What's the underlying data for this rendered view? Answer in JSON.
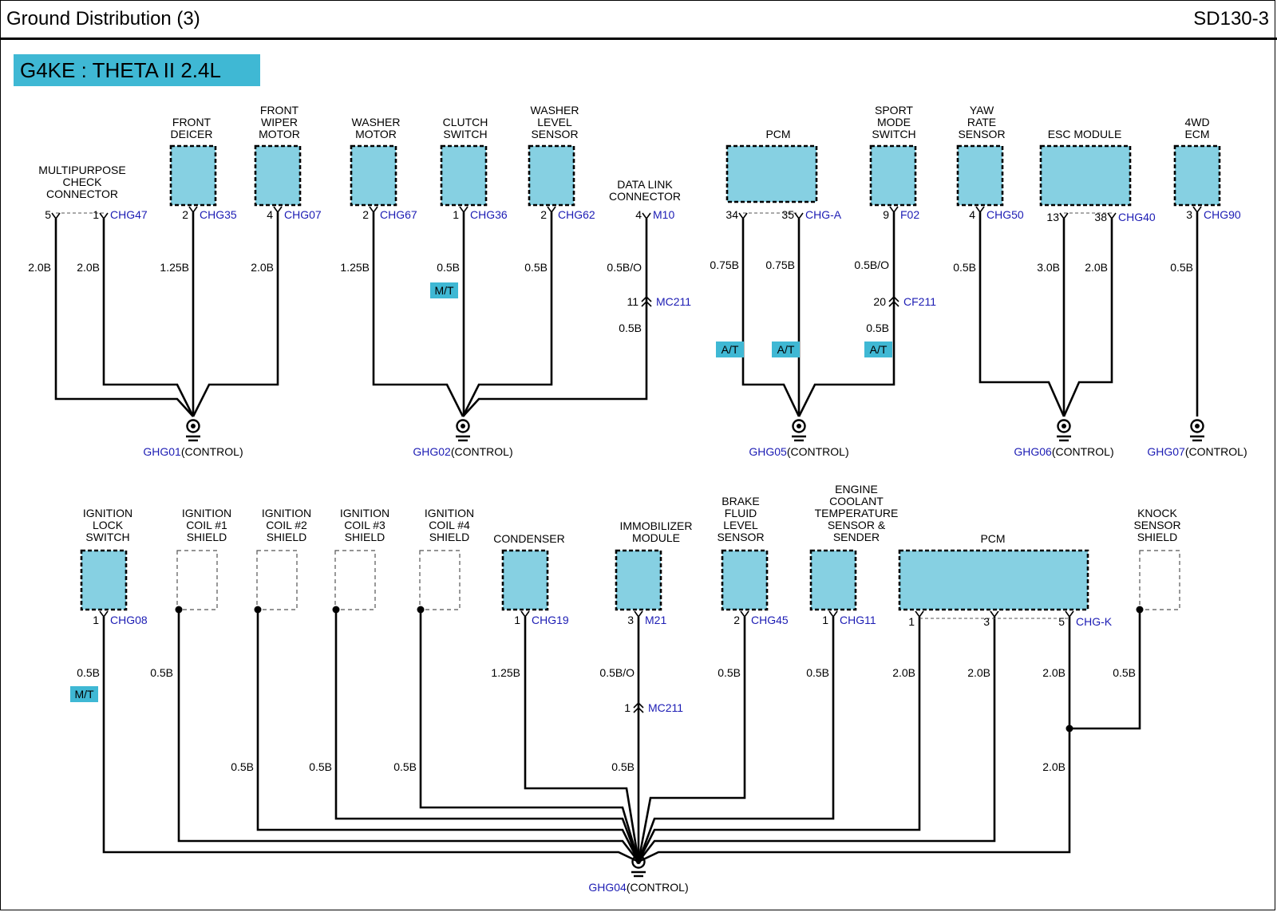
{
  "header": {
    "title": "Ground Distribution (3)",
    "code": "SD130-3",
    "engine": "G4KE : THETA II 2.4L"
  },
  "colors": {
    "component_fill": "#86d0e2",
    "badge_fill": "#3fb8d4",
    "connector_text": "#1c1cb4",
    "line": "#000000"
  },
  "upper_components": {
    "multipurpose": [
      "MULTIPURPOSE",
      "CHECK",
      "CONNECTOR"
    ],
    "front_deicer": [
      "FRONT",
      "DEICER"
    ],
    "front_wiper": [
      "FRONT",
      "WIPER",
      "MOTOR"
    ],
    "washer_motor": [
      "WASHER",
      "MOTOR"
    ],
    "clutch_switch": [
      "CLUTCH",
      "SWITCH"
    ],
    "washer_level": [
      "WASHER",
      "LEVEL",
      "SENSOR"
    ],
    "data_link": [
      "DATA LINK",
      "CONNECTOR"
    ],
    "pcm": [
      "PCM"
    ],
    "sport_mode": [
      "SPORT",
      "MODE",
      "SWITCH"
    ],
    "yaw_rate": [
      "YAW",
      "RATE",
      "SENSOR"
    ],
    "esc_module": [
      "ESC MODULE"
    ],
    "ecm_4wd": [
      "4WD",
      "ECM"
    ]
  },
  "lower_components": {
    "ignition_lock": [
      "IGNITION",
      "LOCK",
      "SWITCH"
    ],
    "coil1": [
      "IGNITION",
      "COIL #1",
      "SHIELD"
    ],
    "coil2": [
      "IGNITION",
      "COIL #2",
      "SHIELD"
    ],
    "coil3": [
      "IGNITION",
      "COIL #3",
      "SHIELD"
    ],
    "coil4": [
      "IGNITION",
      "COIL #4",
      "SHIELD"
    ],
    "condenser": [
      "CONDENSER"
    ],
    "immobilizer": [
      "IMMOBILIZER",
      "MODULE"
    ],
    "brake_fluid": [
      "BRAKE",
      "FLUID",
      "LEVEL",
      "SENSOR"
    ],
    "coolant": [
      "ENGINE",
      "COOLANT",
      "TEMPERATURE",
      "SENSOR &",
      "SENDER"
    ],
    "pcm": [
      "PCM"
    ],
    "knock": [
      "KNOCK",
      "SENSOR",
      "SHIELD"
    ]
  },
  "connectors": {
    "chg47": "CHG47",
    "chg35": "CHG35",
    "chg07": "CHG07",
    "chg67": "CHG67",
    "chg36": "CHG36",
    "chg62": "CHG62",
    "m10": "M10",
    "mc211": "MC211",
    "chga": "CHG-A",
    "f02": "F02",
    "cf211": "CF211",
    "chg50": "CHG50",
    "chg40": "CHG40",
    "chg90": "CHG90",
    "chg08": "CHG08",
    "chg19": "CHG19",
    "m21": "M21",
    "chg45": "CHG45",
    "chg11": "CHG11",
    "chgk": "CHG-K"
  },
  "pins": {
    "mp5": "5",
    "mp1": "1",
    "deicer": "2",
    "wiper": "4",
    "washer": "2",
    "clutch": "1",
    "wlevel": "2",
    "dlc": "4",
    "mc211_top": "11",
    "pcm34": "34",
    "pcm35": "35",
    "sport": "9",
    "cf211": "20",
    "yaw": "4",
    "esc13": "13",
    "esc38": "38",
    "ecm4wd": "3",
    "ign": "1",
    "cond": "1",
    "immo": "3",
    "mc211_bot": "1",
    "brake": "2",
    "coolant": "1",
    "pcmk1": "1",
    "pcmk3": "3",
    "pcmk5": "5"
  },
  "wires": {
    "b20": "2.0B",
    "b125": "1.25B",
    "b05": "0.5B",
    "b05o": "0.5B/O",
    "b075": "0.75B",
    "b30": "3.0B"
  },
  "options": {
    "mt": "M/T",
    "at": "A/T"
  },
  "grounds": {
    "g01": "GHG01",
    "g02": "GHG02",
    "g05": "GHG05",
    "g06": "GHG06",
    "g07": "GHG07",
    "g04": "GHG04",
    "suffix": "(CONTROL)"
  }
}
